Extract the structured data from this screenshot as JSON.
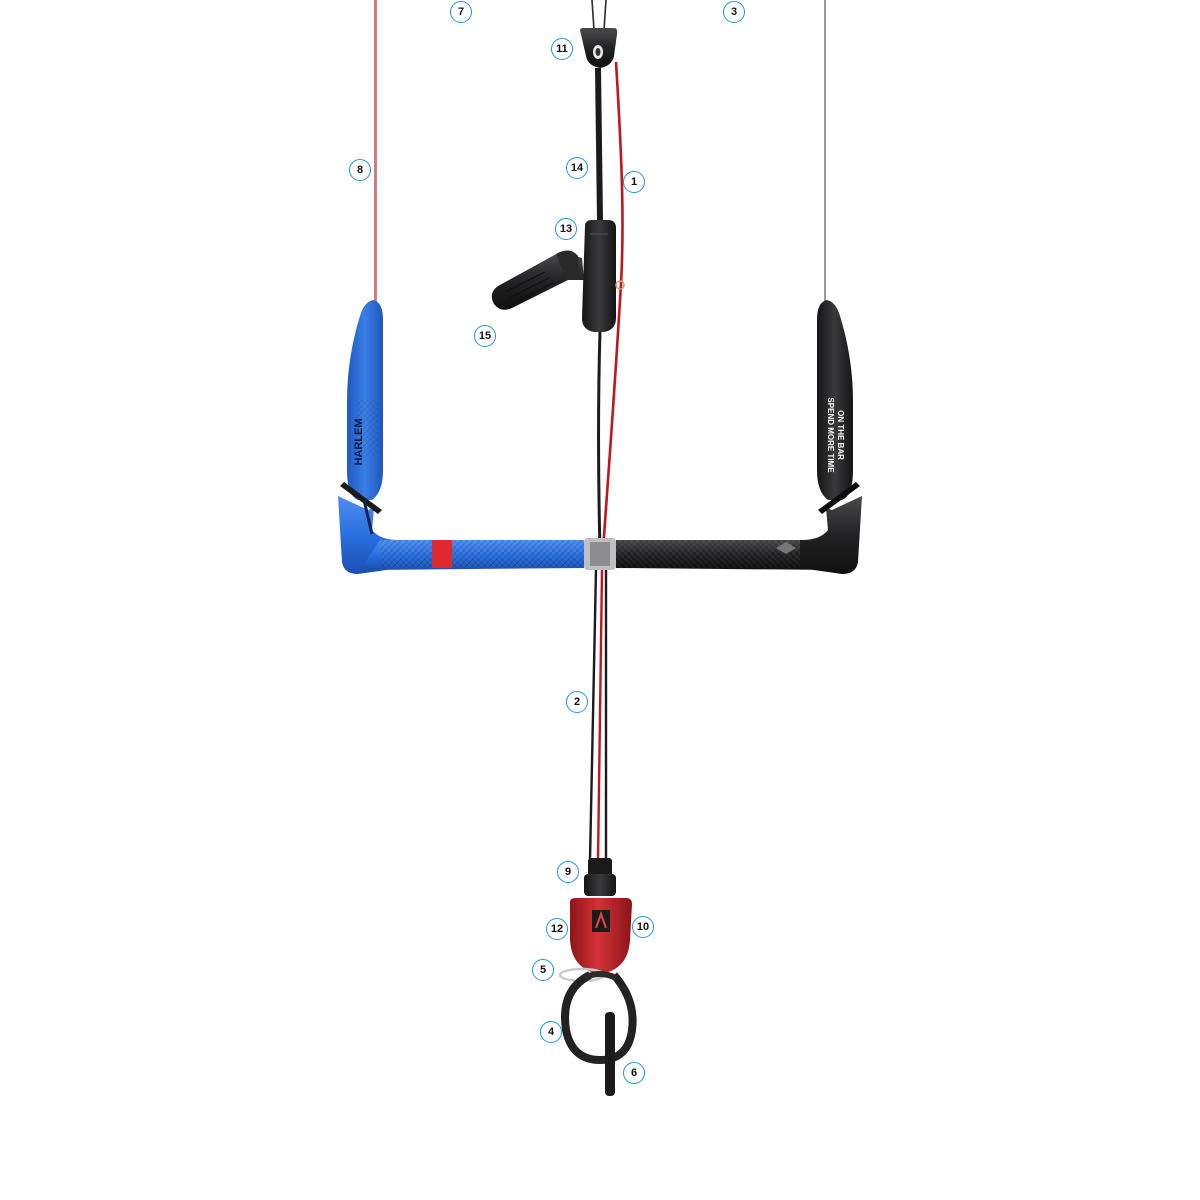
{
  "diagram": {
    "callouts": [
      {
        "id": "c7",
        "label": "7"
      },
      {
        "id": "c3",
        "label": "3"
      },
      {
        "id": "c11",
        "label": "11"
      },
      {
        "id": "c8",
        "label": "8"
      },
      {
        "id": "c14",
        "label": "14"
      },
      {
        "id": "c1",
        "label": "1"
      },
      {
        "id": "c13",
        "label": "13"
      },
      {
        "id": "c15",
        "label": "15"
      },
      {
        "id": "c2",
        "label": "2"
      },
      {
        "id": "c9",
        "label": "9"
      },
      {
        "id": "c12",
        "label": "12"
      },
      {
        "id": "c10",
        "label": "10"
      },
      {
        "id": "c5",
        "label": "5"
      },
      {
        "id": "c4",
        "label": "4"
      },
      {
        "id": "c6",
        "label": "6"
      }
    ],
    "bar_print": {
      "left_brand": "HARLEM",
      "right_line1": "SPEND MORE TIME",
      "right_line2": "ON THE BAR"
    },
    "colors": {
      "left_grip": "#2a6fe0",
      "right_grip": "#1e1e1f",
      "center_line": "#c0161c",
      "chicken_loop": "#c8272b",
      "callout_ring": "#1a9ad6"
    }
  }
}
